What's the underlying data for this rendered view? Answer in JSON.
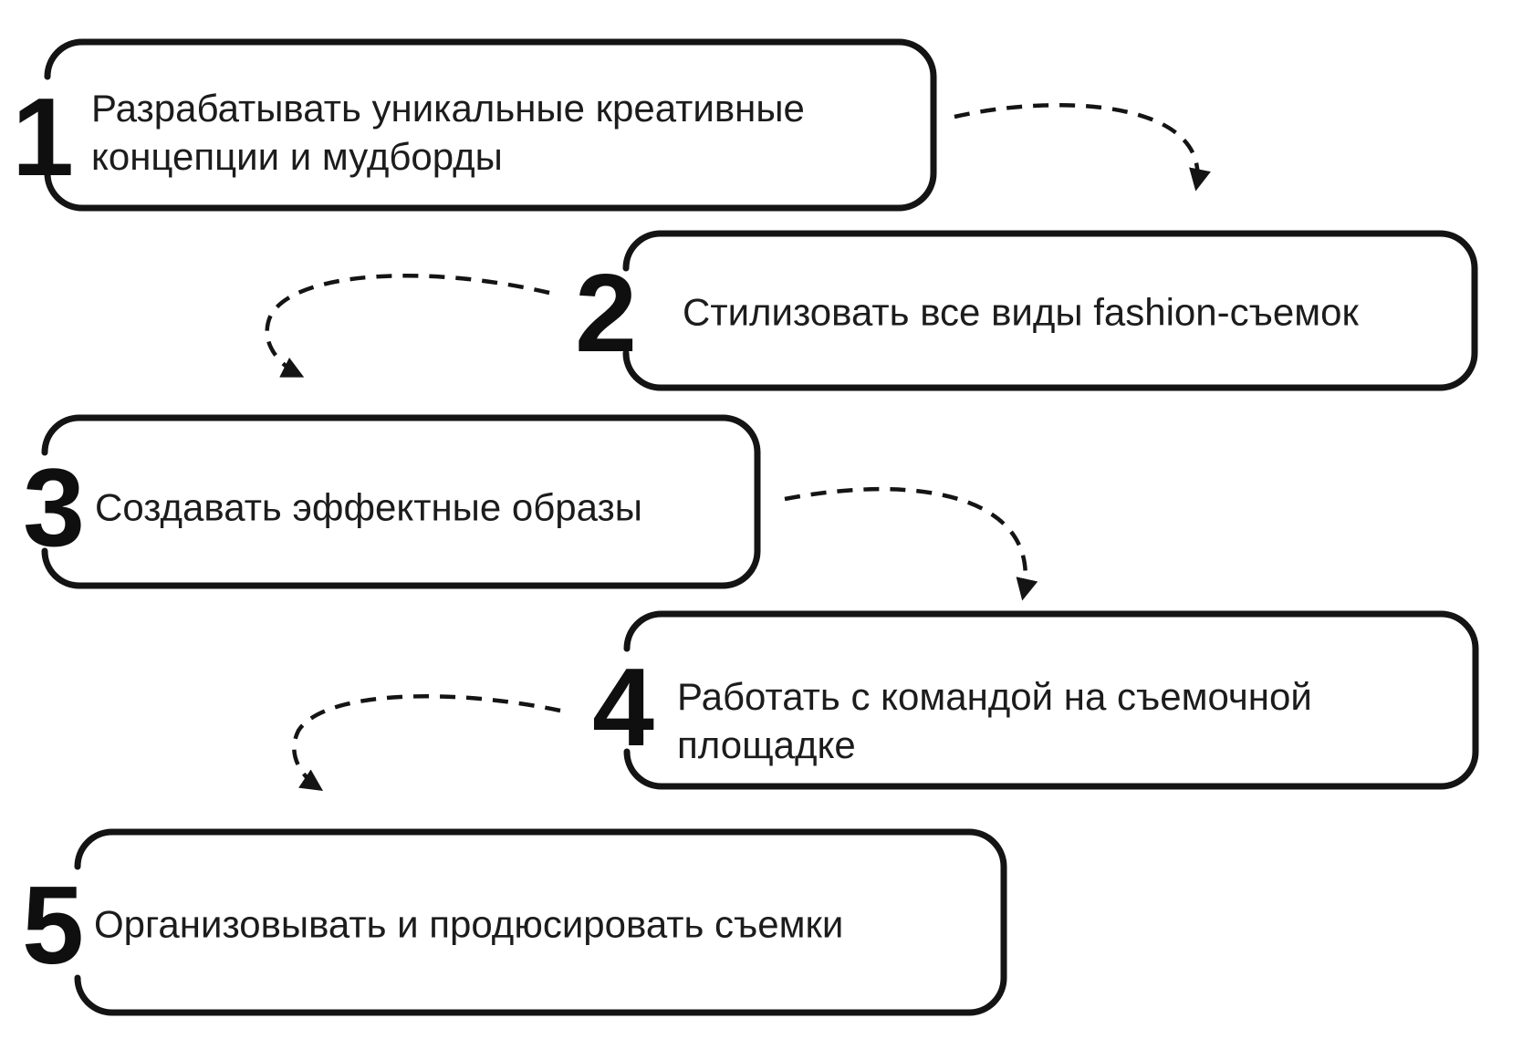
{
  "figure": {
    "background_color": "#ffffff",
    "ink_color": "#141414",
    "text_color": "#1c1c1c",
    "type": "numbered-process-diagram",
    "step_count": 5
  },
  "boxes": [
    {
      "number": "1",
      "lines": [
        "Разрабатывать уникальные креативные",
        "концепции и мудборды"
      ]
    },
    {
      "number": "2",
      "lines": [
        "Стилизовать все виды fashion-съемок"
      ]
    },
    {
      "number": "3",
      "lines": [
        "Создавать эффектные образы"
      ]
    },
    {
      "number": "4",
      "lines": [
        "Работать с командой на съемочной",
        "площадке"
      ]
    },
    {
      "number": "5",
      "lines": [
        "Организовывать и продюсировать съемки"
      ]
    }
  ],
  "arrows": [
    {
      "from_step": "1",
      "to_step": "2",
      "style": "dashed-curved"
    },
    {
      "from_step": "2",
      "to_step": "3",
      "style": "dashed-curved"
    },
    {
      "from_step": "3",
      "to_step": "4",
      "style": "dashed-curved"
    },
    {
      "from_step": "4",
      "to_step": "5",
      "style": "dashed-curved"
    }
  ]
}
